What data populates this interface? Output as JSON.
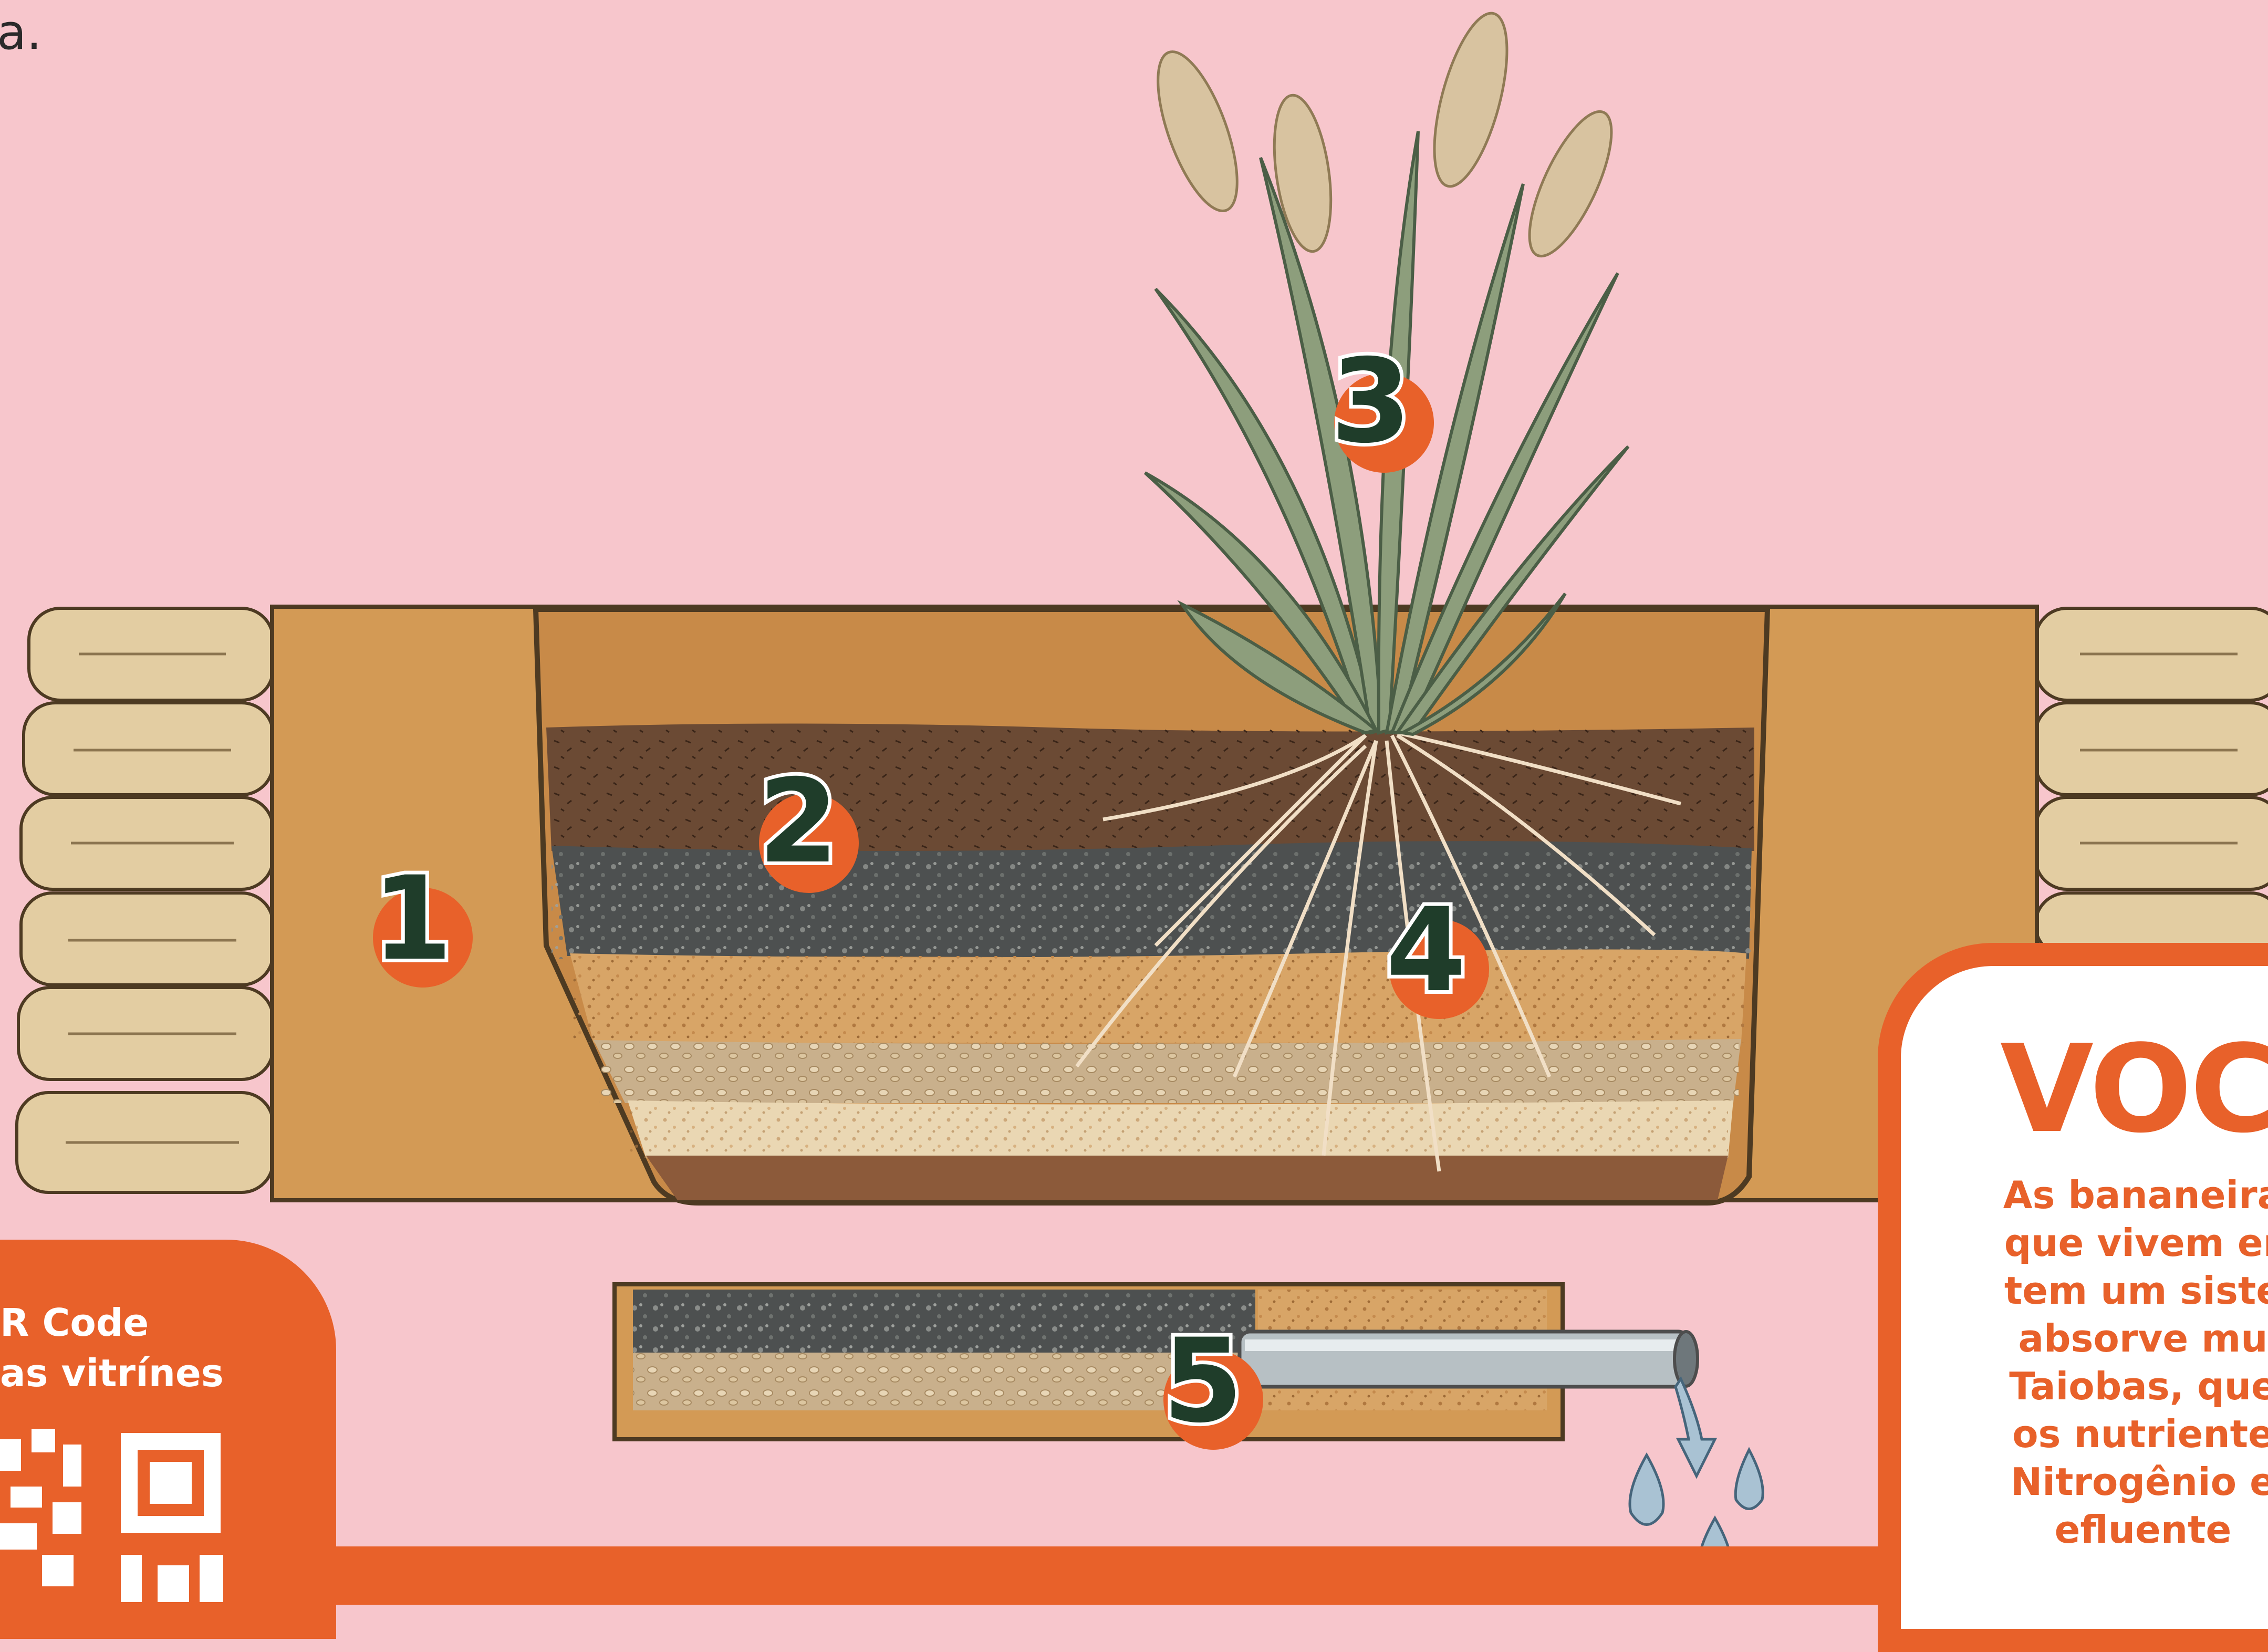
{
  "top_fragment": "a.",
  "markers": [
    {
      "number": "1"
    },
    {
      "number": "2"
    },
    {
      "number": "3"
    },
    {
      "number": "4"
    },
    {
      "number": "5"
    }
  ],
  "qr_panel": {
    "text": "R Code\nas vitrínes"
  },
  "info_card": {
    "title": "VOC",
    "body": "As bananeira\nque vivem er\ntem um siste\nabsorve mu\nTaiobas, que\nos nutriente\nNitrogênio e\nefluente"
  },
  "colors": {
    "background": "#f7c6cc",
    "accent": "#e8612a",
    "marker_text": "#1f3d2a",
    "earth": "#d39a55"
  },
  "icons": [
    "qr-code-icon",
    "water-drop-icon",
    "sandbag-icon"
  ]
}
